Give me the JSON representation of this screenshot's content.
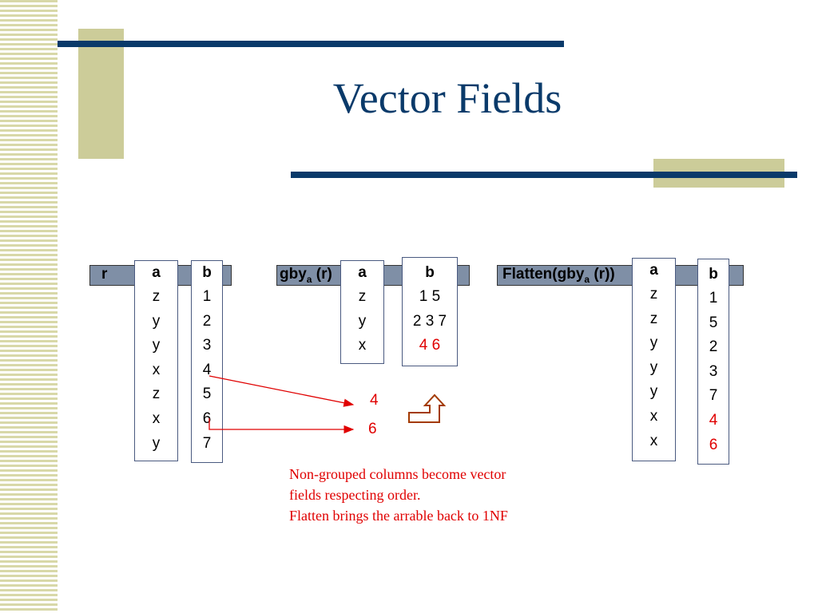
{
  "slide": {
    "title": "Vector Fields"
  },
  "tables": {
    "r": {
      "label": "r",
      "col_a": {
        "header": "a",
        "values": [
          "z",
          "y",
          "y",
          "x",
          "z",
          "x",
          "y"
        ]
      },
      "col_b": {
        "header": "b",
        "values": [
          "1",
          "2",
          "3",
          "4",
          "5",
          "6",
          "7"
        ]
      }
    },
    "gby": {
      "label_main": "gby",
      "label_sub": "a",
      "label_tail": " (r)",
      "col_a": {
        "header": "a",
        "values": [
          "z",
          "y",
          "x"
        ]
      },
      "col_b": {
        "header": "b",
        "values": [
          "1 5",
          "2 3 7",
          "4 6"
        ]
      }
    },
    "flatten": {
      "label_main": "Flatten(gby",
      "label_sub": "a",
      "label_tail": " (r))",
      "col_a": {
        "header": "a",
        "values": [
          "z",
          "z",
          "y",
          "y",
          "y",
          "x",
          "x"
        ]
      },
      "col_b": {
        "header": "b",
        "values": [
          "1",
          "5",
          "2",
          "3",
          "7",
          "4",
          "6"
        ]
      }
    }
  },
  "arrows": {
    "target_top": "4",
    "target_bottom": "6"
  },
  "note": {
    "lines": [
      "Non-grouped columns become vector",
      "fields respecting order.",
      "Flatten brings the arrable back to 1NF"
    ]
  },
  "colors": {
    "title": "#0a3a6a",
    "accent_bar": "#0a3a6a",
    "accent_block": "#cccc99",
    "highlight": "#e00000",
    "band": "#7f8fa6"
  }
}
